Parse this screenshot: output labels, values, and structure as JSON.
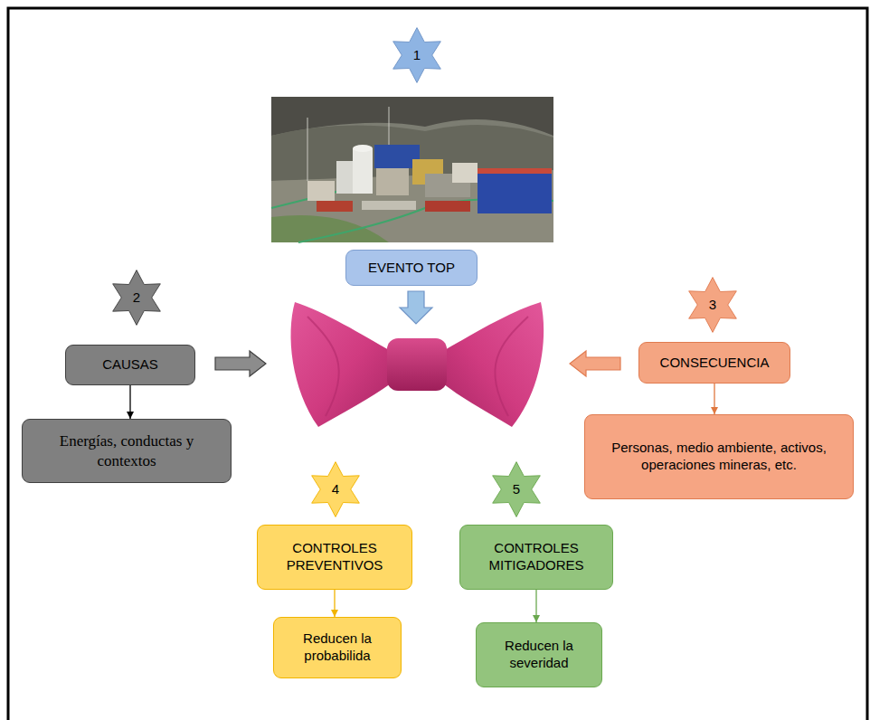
{
  "diagram": {
    "nodes": [
      {
        "text": [
          "1"
        ]
      },
      {
        "text": [
          "EVENTO TOP"
        ]
      },
      {
        "text": [
          "2"
        ]
      },
      {
        "text": [
          "CAUSAS"
        ]
      },
      {
        "text": [
          "Energías, conductas y contextos"
        ]
      },
      {
        "text": [
          "3"
        ]
      },
      {
        "text": [
          "CONSECUENCIA"
        ]
      },
      {
        "text": [
          "Personas, medio ambiente, activos, operaciones mineras, etc."
        ]
      },
      {
        "text": [
          "4"
        ]
      },
      {
        "text": [
          "CONTROLES PREVENTIVOS"
        ]
      },
      {
        "text": [
          "Reducen la probabilida"
        ]
      },
      {
        "text": [
          "5"
        ]
      },
      {
        "text": [
          "CONTROLES MITIGADORES"
        ]
      },
      {
        "text": [
          "Reducen la severidad"
        ]
      }
    ],
    "edges": [
      {
        "from": 3,
        "to": 4,
        "arrow": "to"
      },
      {
        "from": 6,
        "to": 7,
        "arrow": "to"
      },
      {
        "from": 9,
        "to": 10,
        "arrow": "to"
      },
      {
        "from": 12,
        "to": 13,
        "arrow": "to"
      }
    ]
  }
}
